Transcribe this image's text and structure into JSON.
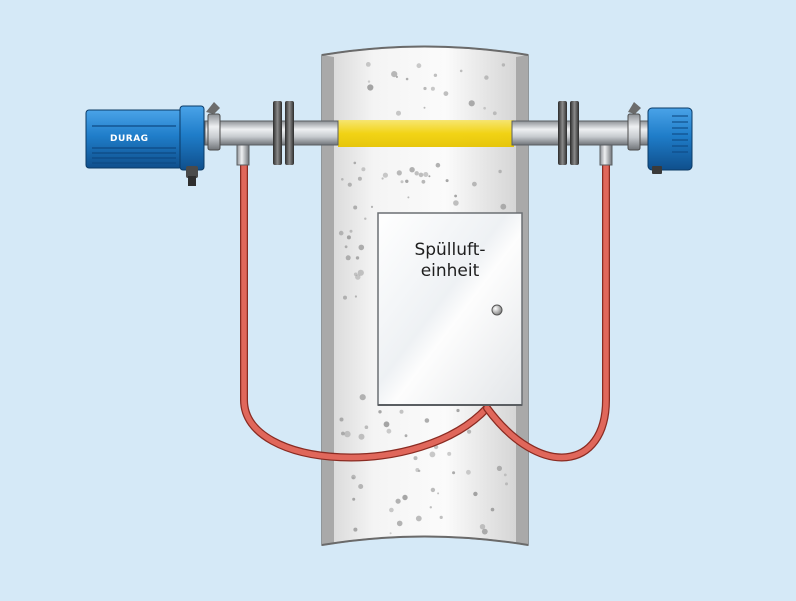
{
  "diagram": {
    "purge_unit_label": "Spülluft-\neinheit",
    "brand_label": "DURAG"
  },
  "colors": {
    "background": "#d5e9f7",
    "stack_wall": "#eeeeee",
    "concrete_speckles": "#9a9a9a",
    "light_beam": "#f2d60a",
    "hose": "#d9564b",
    "device_body": "#1d7cc7",
    "pipe": "#c8ccd0",
    "flange": "#444444"
  },
  "icons": [
    "transmitter-unit",
    "reflector-unit",
    "purge-air-unit",
    "purge-air-hose",
    "light-beam"
  ]
}
